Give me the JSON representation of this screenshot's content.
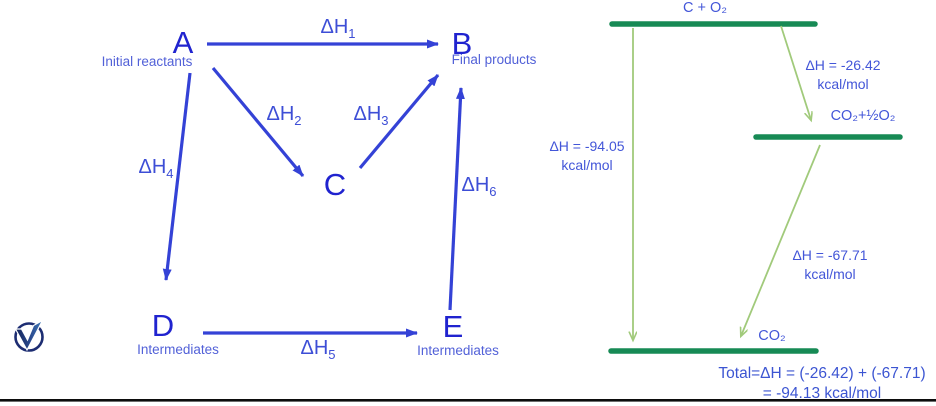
{
  "left_diagram": {
    "title_hint": "Hess's law cycle",
    "dh_base": "ΔH",
    "dh_subs": [
      "1",
      "2",
      "3",
      "4",
      "5",
      "6"
    ],
    "node_a": "A",
    "node_a_caption": "Initial reactants",
    "node_b": "B",
    "node_b_caption": "Final products",
    "node_c": "C",
    "node_d": "D",
    "node_d_caption": "Intermediates",
    "node_e": "E",
    "node_e_caption": "Intermediates"
  },
  "right_diagram": {
    "level_top_label": "C + O₂",
    "level_mid_label": "CO₂+½O₂",
    "level_bottom_label": "CO₂",
    "direct_dh_line1": "ΔH = -94.05",
    "direct_dh_line2": "kcal/mol",
    "step1_dh_line1": "ΔH = -26.42",
    "step1_dh_line2": "kcal/mol",
    "step2_dh_line1": "ΔH = -67.71",
    "step2_dh_line2": "kcal/mol",
    "total_line1": "Total=ΔH = (-26.42) + (-67.71)",
    "total_line2": "= -94.13 kcal/mol"
  },
  "colors": {
    "node_letter_blue": "#2023cf",
    "arrow_blue": "#3442d6",
    "caption_blue": "#5261d8",
    "value_text_blue": "#4356d8",
    "energy_level_green": "#178a55",
    "energy_arrow_green": "#a1ca7b",
    "bottom_rule_black": "#0c0c0c"
  }
}
